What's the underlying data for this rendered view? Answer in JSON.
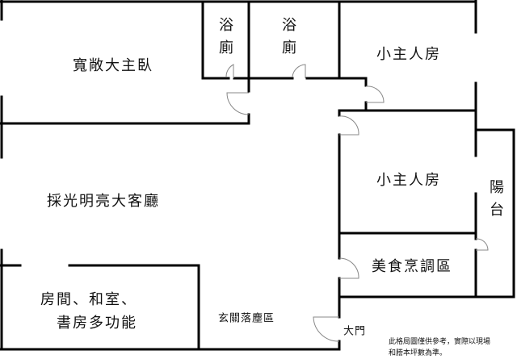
{
  "rooms": {
    "master_bedroom": "寬敞大主臥",
    "bathroom_1": "浴廁",
    "bathroom_2": "浴廁",
    "bedroom_1": "小主人房",
    "bedroom_2": "小主人房",
    "living_room": "採光明亮大客廳",
    "balcony": "陽台",
    "kitchen": "美食烹調區",
    "multi_room_line1": "房間、和室、",
    "multi_room_line2": "書房多功能",
    "foyer": "玄關落塵區",
    "main_door": "大門"
  },
  "note": {
    "line1": "此格局圖僅供參考，實際以現場",
    "line2": "和謄本坪數為準。"
  }
}
